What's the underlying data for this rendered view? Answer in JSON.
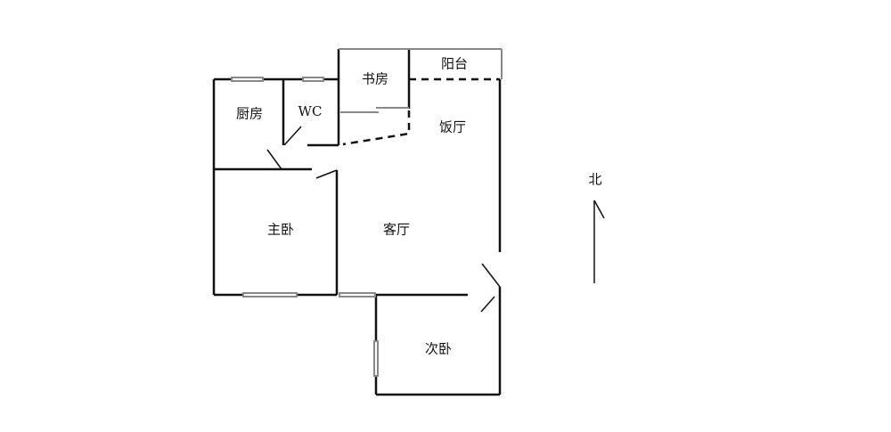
{
  "rooms": {
    "kitchen": "厨房",
    "wc": "WC",
    "study": "书房",
    "balcony": "阳台",
    "dining": "饭厅",
    "master_bedroom": "主卧",
    "living_room": "客厅",
    "second_bedroom": "次卧"
  },
  "compass": {
    "north": "北"
  },
  "colors": {
    "wall": "#111111",
    "window": "#888888"
  }
}
